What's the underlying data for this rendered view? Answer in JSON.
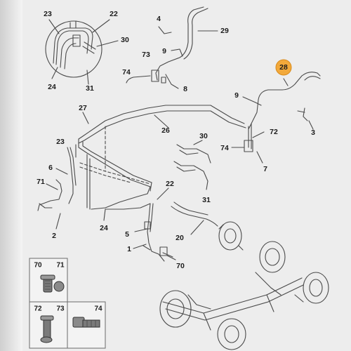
{
  "callouts": [
    {
      "id": "c23a",
      "text": "23"
    },
    {
      "id": "c22a",
      "text": "22"
    },
    {
      "id": "c30a",
      "text": "30"
    },
    {
      "id": "c24a",
      "text": "24"
    },
    {
      "id": "c31a",
      "text": "31"
    },
    {
      "id": "c4",
      "text": "4"
    },
    {
      "id": "c29",
      "text": "29"
    },
    {
      "id": "c9a",
      "text": "9"
    },
    {
      "id": "c73",
      "text": "73"
    },
    {
      "id": "c74a",
      "text": "74"
    },
    {
      "id": "c8",
      "text": "8"
    },
    {
      "id": "c9b",
      "text": "9"
    },
    {
      "id": "c27",
      "text": "27"
    },
    {
      "id": "c26",
      "text": "26"
    },
    {
      "id": "c3",
      "text": "3"
    },
    {
      "id": "c72",
      "text": "72"
    },
    {
      "id": "c74b",
      "text": "74"
    },
    {
      "id": "c7",
      "text": "7"
    },
    {
      "id": "c30b",
      "text": "30"
    },
    {
      "id": "c23b",
      "text": "23"
    },
    {
      "id": "c6",
      "text": "6"
    },
    {
      "id": "c71",
      "text": "71"
    },
    {
      "id": "c2",
      "text": "2"
    },
    {
      "id": "c22b",
      "text": "22"
    },
    {
      "id": "c31b",
      "text": "31"
    },
    {
      "id": "c24b",
      "text": "24"
    },
    {
      "id": "c5",
      "text": "5"
    },
    {
      "id": "c20",
      "text": "20"
    },
    {
      "id": "c1",
      "text": "1"
    },
    {
      "id": "c70",
      "text": "70"
    }
  ],
  "highlight": {
    "text": "28",
    "color": "#f2a93b"
  },
  "hardware_box_1": {
    "left": "70",
    "right": "71"
  },
  "hardware_box_2": {
    "left": "72",
    "mid": "73",
    "right": "74"
  },
  "colors": {
    "panel": "#ededed",
    "line": "#4a4a4a",
    "box_border": "#6a6a6a"
  }
}
